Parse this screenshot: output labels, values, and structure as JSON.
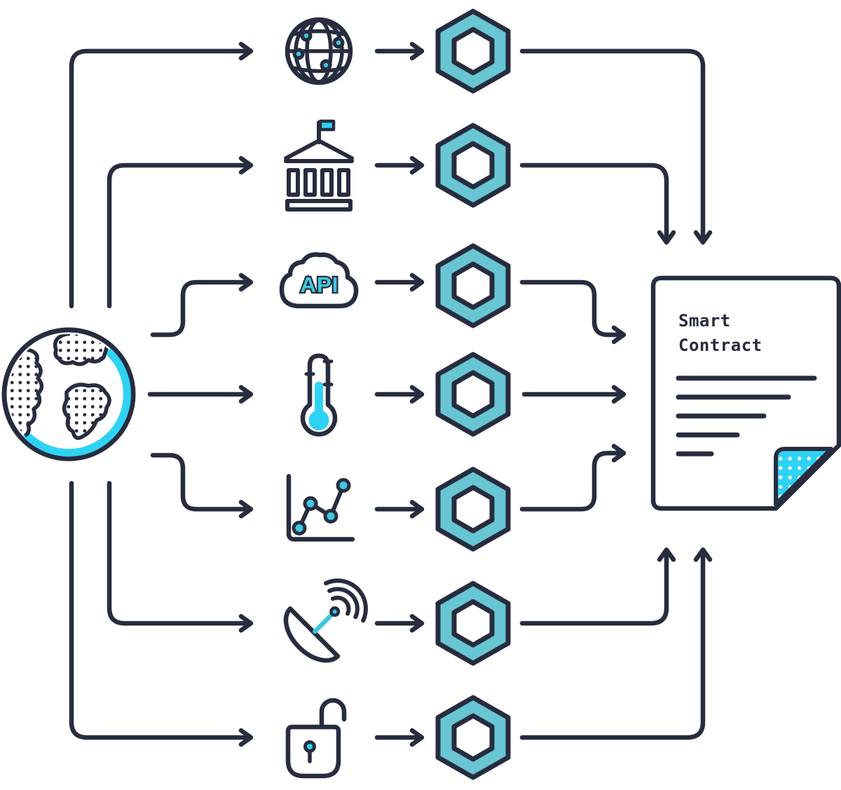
{
  "colors": {
    "navy": "#272c3f",
    "hexagon_teal": "#68c6d2",
    "bright_cyan": "#30d2f3",
    "accent_teal": "#3ec9e0",
    "white": "#ffffff"
  },
  "source": {
    "icon": "earth-globe"
  },
  "rows": [
    {
      "icon": "network-globe"
    },
    {
      "icon": "government-building"
    },
    {
      "icon": "api-cloud",
      "label": "API"
    },
    {
      "icon": "thermometer"
    },
    {
      "icon": "line-chart"
    },
    {
      "icon": "satellite-dish"
    },
    {
      "icon": "open-padlock"
    }
  ],
  "node_icon": "chainlink-hexagon",
  "contract": {
    "title_line1": "Smart",
    "title_line2": "Contract"
  }
}
